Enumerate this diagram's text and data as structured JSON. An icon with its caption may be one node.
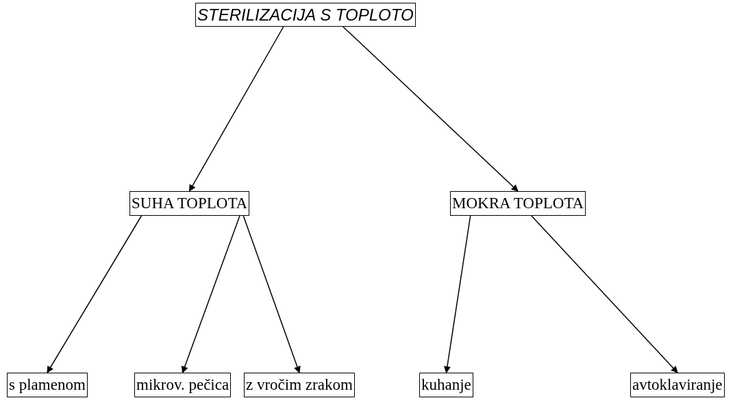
{
  "diagram": {
    "nodes": [
      {
        "text": [
          "STERILIZACIJA S TOPLOTO"
        ]
      },
      {
        "text": [
          "SUHA TOPLOTA"
        ]
      },
      {
        "text": [
          "MOKRA TOPLOTA"
        ]
      },
      {
        "text": [
          "s plamenom"
        ]
      },
      {
        "text": [
          "mikrov. pečica"
        ]
      },
      {
        "text": [
          "z vročim zrakom"
        ]
      },
      {
        "text": [
          "kuhanje"
        ]
      },
      {
        "text": [
          "avtoklaviranje"
        ]
      }
    ],
    "edges": [
      {
        "from": 0,
        "to": 1,
        "arrow": "to"
      },
      {
        "from": 0,
        "to": 2,
        "arrow": "to"
      },
      {
        "from": 1,
        "to": 3,
        "arrow": "to"
      },
      {
        "from": 1,
        "to": 4,
        "arrow": "to"
      },
      {
        "from": 1,
        "to": 5,
        "arrow": "to"
      },
      {
        "from": 2,
        "to": 6,
        "arrow": "to"
      },
      {
        "from": 2,
        "to": 7,
        "arrow": "to"
      }
    ]
  }
}
